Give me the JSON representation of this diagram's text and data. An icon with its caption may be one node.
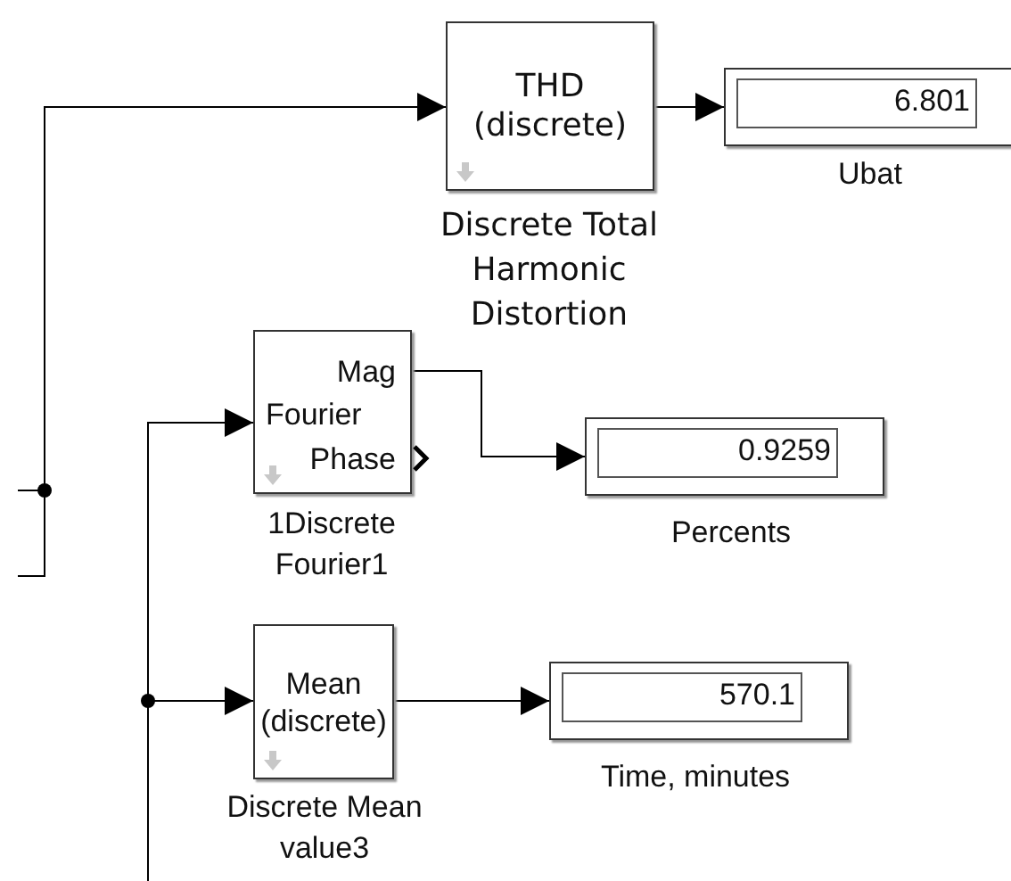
{
  "diagram": {
    "nodes": [
      {
        "text": [
          "THD (discrete)"
        ],
        "beside": [
          "Discrete Total Harmonic Distortion"
        ]
      },
      {
        "text": [
          "6.801"
        ],
        "beside": [
          "Ubat"
        ]
      },
      {
        "text": [
          "Mag",
          "Fourier",
          "Phase"
        ],
        "beside": [
          "1Discrete Fourier1"
        ]
      },
      {
        "text": [
          "0.9259"
        ],
        "beside": [
          "Percents"
        ]
      },
      {
        "text": [
          "Mean (discrete)"
        ],
        "beside": [
          "Discrete Mean value3"
        ]
      },
      {
        "text": [
          "570.1"
        ],
        "beside": [
          "Time, minutes"
        ]
      }
    ],
    "edges": [
      {
        "from": null,
        "to": 0,
        "arrow": "to"
      },
      {
        "from": 0,
        "to": 1,
        "arrow": "to"
      },
      {
        "from": null,
        "to": 2,
        "arrow": "to"
      },
      {
        "from": 2,
        "to": 3,
        "arrow": "to"
      },
      {
        "from": null,
        "to": 4,
        "arrow": "to"
      },
      {
        "from": 4,
        "to": 5,
        "arrow": "to"
      }
    ]
  }
}
